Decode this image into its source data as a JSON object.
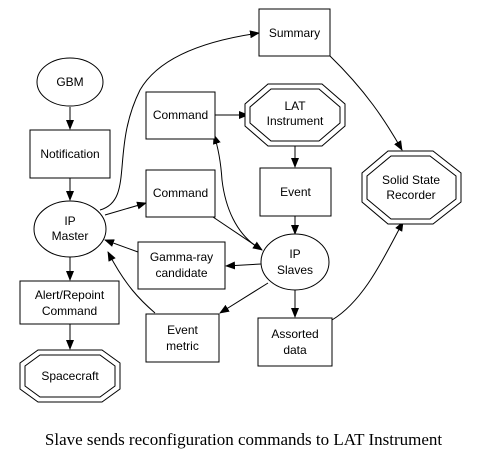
{
  "nodes": {
    "summary": "Summary",
    "gbm": "GBM",
    "command_top": "Command",
    "lat_line1": "LAT",
    "lat_line2": "Instrument",
    "notification": "Notification",
    "event": "Event",
    "ssr_line1": "Solid State",
    "ssr_line2": "Recorder",
    "command_mid": "Command",
    "ip_master_line1": "IP",
    "ip_master_line2": "Master",
    "gamma_line1": "Gamma-ray",
    "gamma_line2": "candidate",
    "ip_slaves_line1": "IP",
    "ip_slaves_line2": "Slaves",
    "alert_line1": "Alert/Repoint",
    "alert_line2": "Command",
    "event_metric_line1": "Event",
    "event_metric_line2": "metric",
    "assorted_line1": "Assorted",
    "assorted_line2": "data",
    "spacecraft": "Spacecraft"
  },
  "caption": "Slave sends reconfiguration commands to LAT Instrument"
}
